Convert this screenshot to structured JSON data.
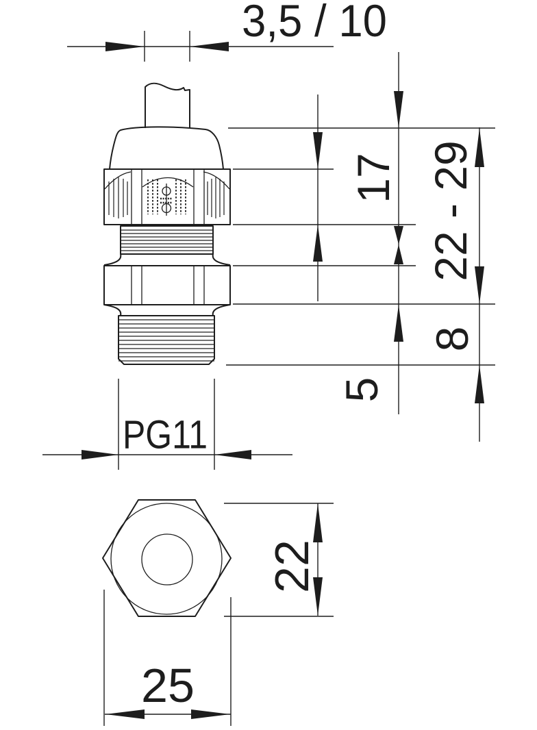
{
  "colors": {
    "ink": "#1d1d1d",
    "background": "#ffffff"
  },
  "labels": {
    "cable_range": "3,5 / 10",
    "height_17": "17",
    "height_range": "22 - 29",
    "thread_length": "8",
    "dim_5": "5",
    "thread_size": "PG11",
    "across_flats": "22",
    "across_corners": "25"
  }
}
